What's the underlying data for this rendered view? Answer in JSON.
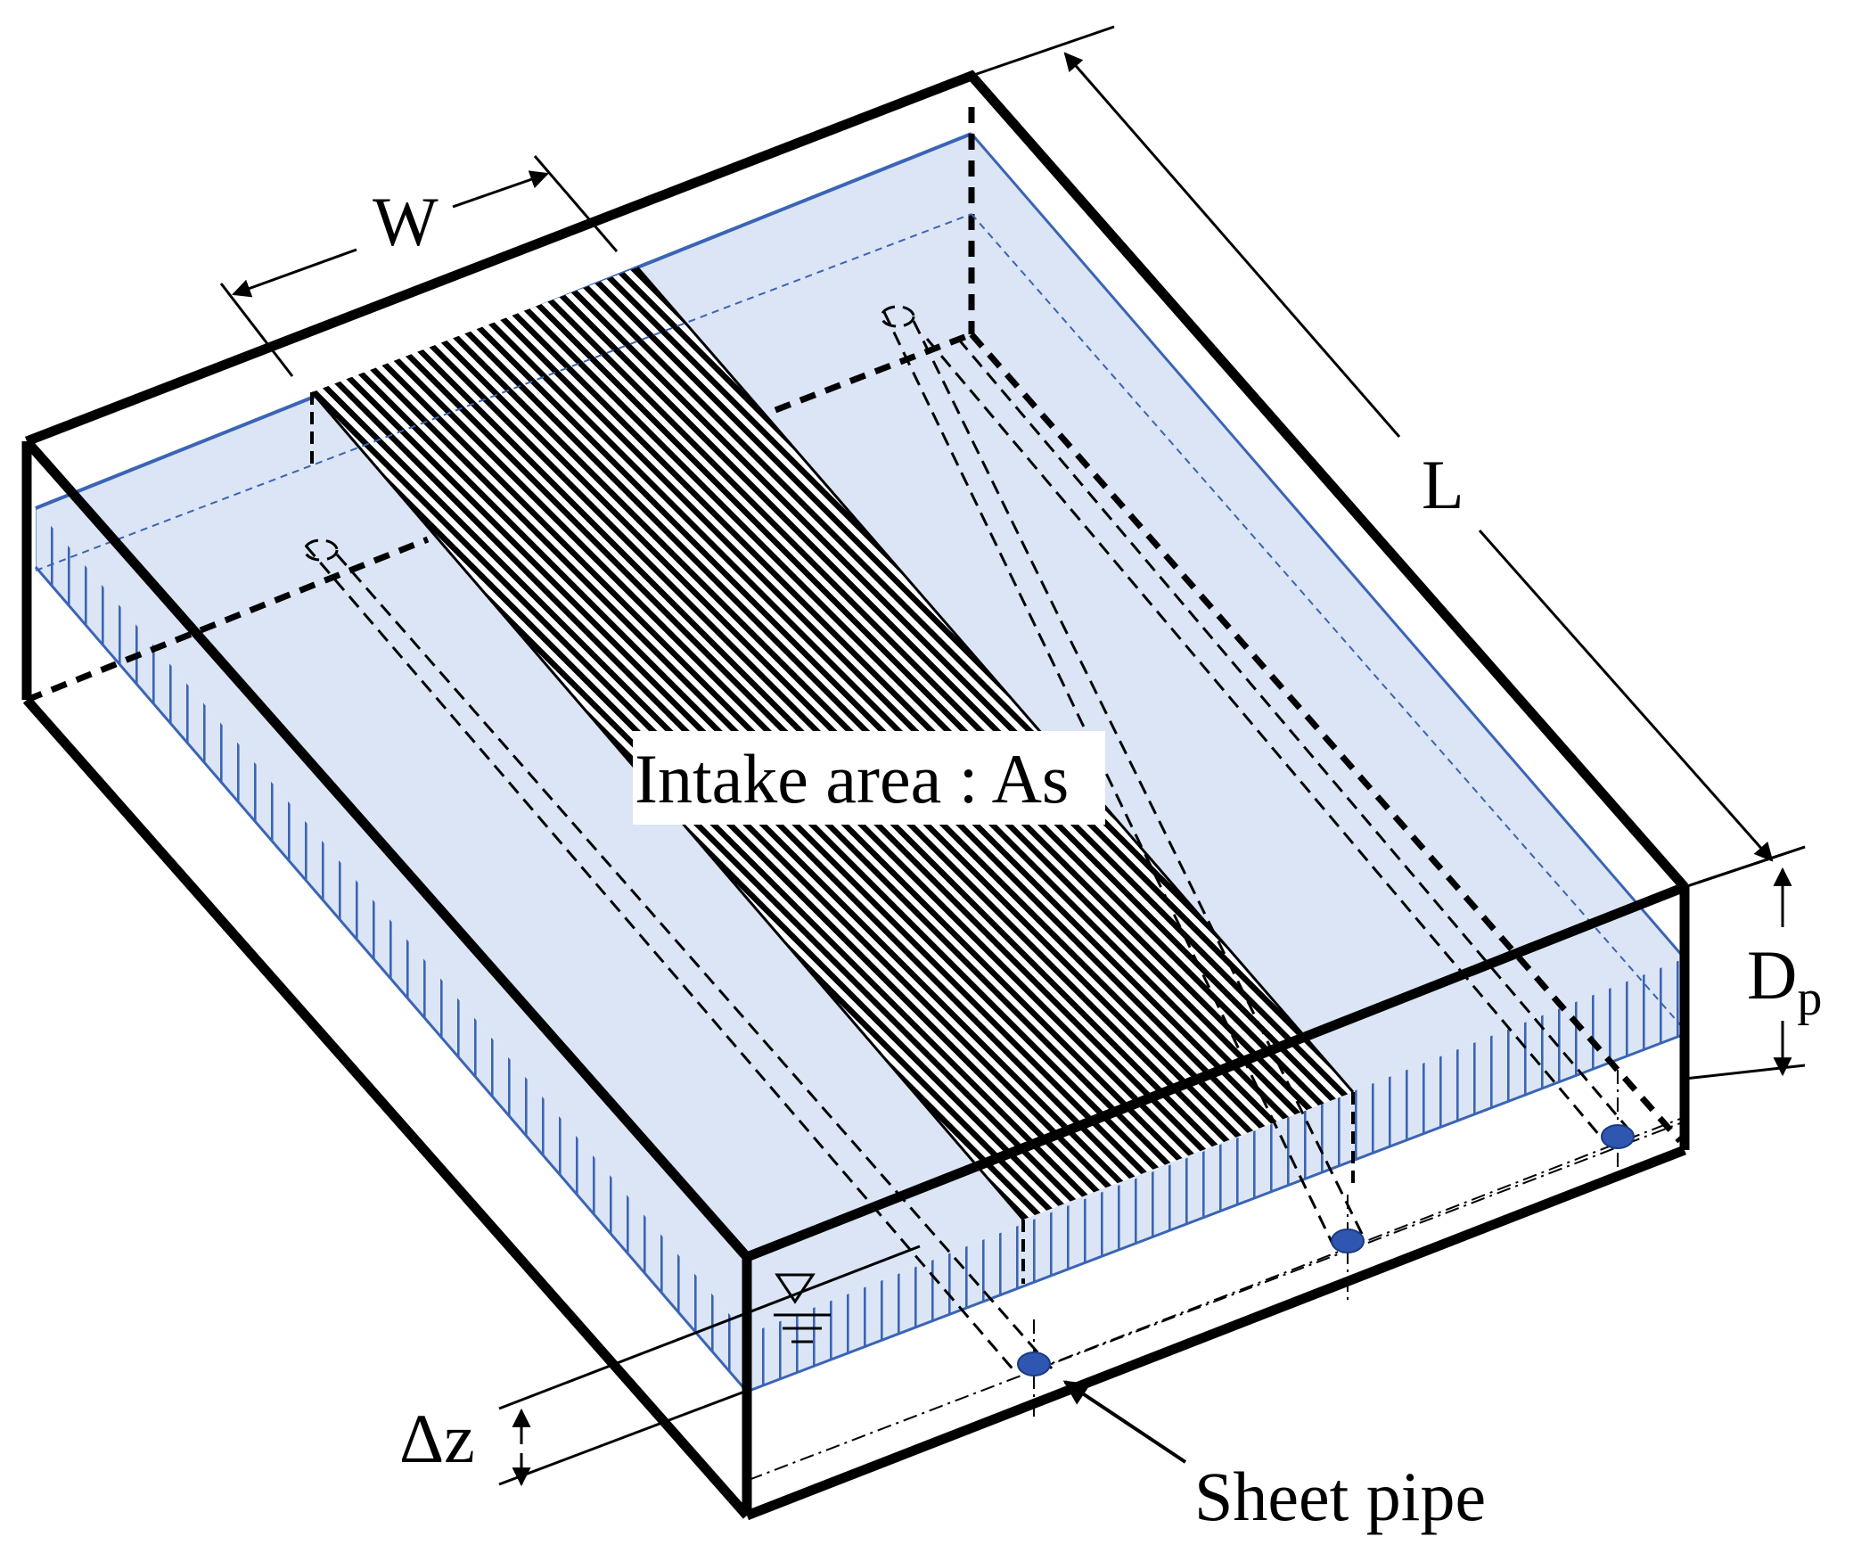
{
  "labels": {
    "width": "W",
    "length": "L",
    "intake_area": "Intake area : As",
    "depth_main": "D",
    "depth_sub": "p",
    "delta_z": "Δz",
    "sheet_pipe": "Sheet pipe"
  },
  "icons": {
    "water_table": "water-table-symbol-icon"
  },
  "colors": {
    "water": "#dbe5f5",
    "water_edge": "#3b64b4",
    "pipe": "#2f56b0",
    "box": "#000000"
  }
}
